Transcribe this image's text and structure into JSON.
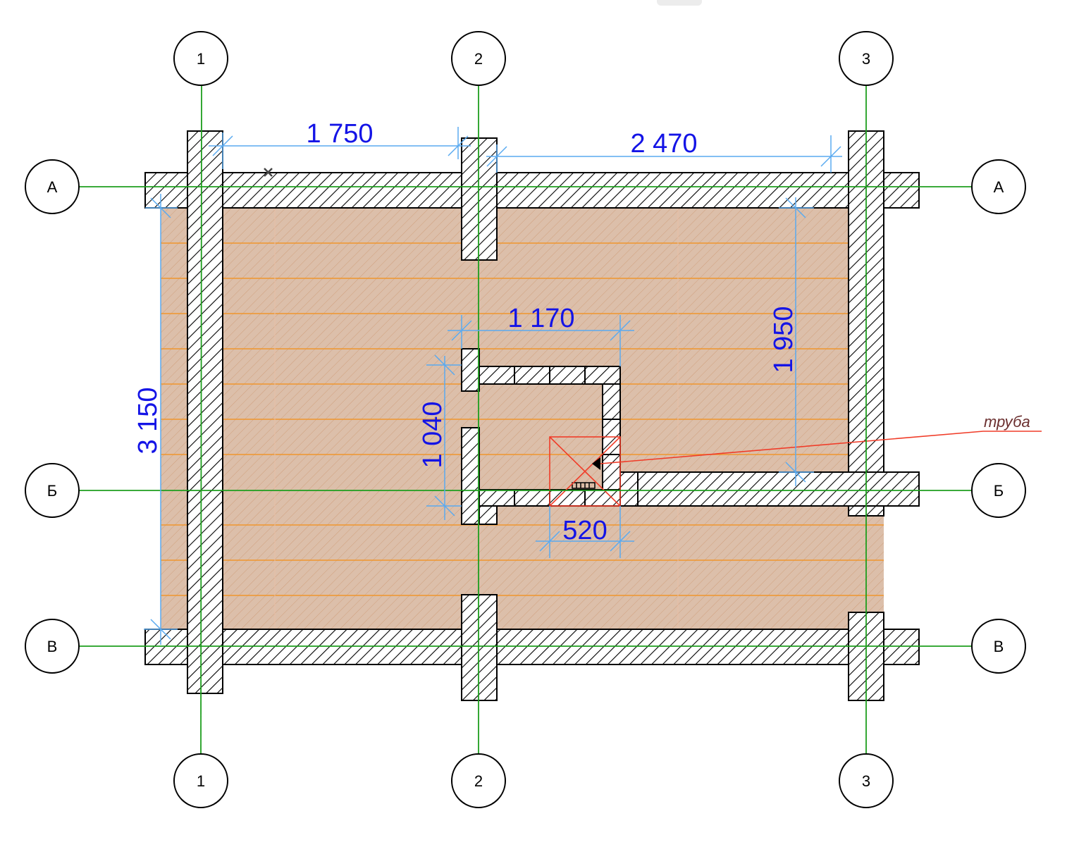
{
  "colors": {
    "grid_line": "#1e9e1e",
    "dimension": "#5aaaf0",
    "dimension_text": "#1414e6",
    "wall_hatch": "#000000",
    "floor_fill": "#dcbfaa",
    "floor_lines": "#f0962d",
    "chimney": "#f03c28",
    "note_text": "#6b2f2f"
  },
  "axes": {
    "columns": [
      "1",
      "2",
      "3"
    ],
    "rows": [
      "А",
      "Б",
      "В"
    ]
  },
  "dimensions": {
    "top_left": "1 750",
    "top_right": "2 470",
    "left_vertical": "3 150",
    "right_vertical": "1 950",
    "inner_top": "1 170",
    "inner_left": "1 040",
    "inner_bottom": "520"
  },
  "annotation": {
    "chimney_label": "труба"
  }
}
